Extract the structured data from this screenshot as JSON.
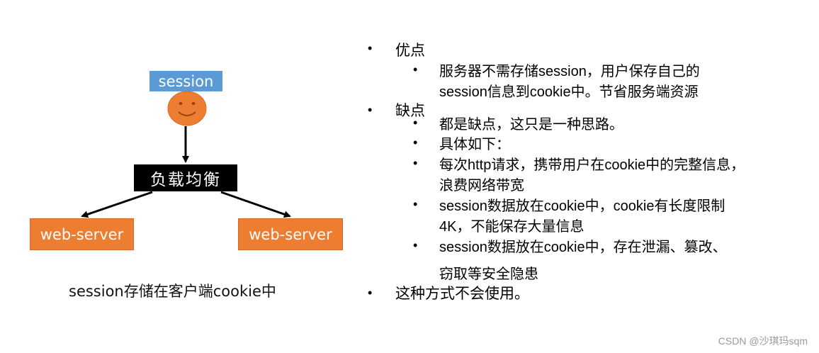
{
  "diagram": {
    "session_label": "session",
    "load_balancer_label": "负载均衡",
    "server_left_label": "web-server",
    "server_right_label": "web-server",
    "caption": "session存储在客户端cookie中",
    "colors": {
      "session_box": "#5b9bd5",
      "face": "#ed7d31",
      "server_box": "#ed7d31",
      "load_balancer": "#000000"
    }
  },
  "notes": {
    "pros_title": "优点",
    "pros_items": [
      "服务器不需存储session，用户保存自己的",
      "session信息到cookie中。节省服务端资源"
    ],
    "cons_title": "缺点",
    "cons_items": [
      "都是缺点，这只是一种思路。",
      "具体如下：",
      "每次http请求，携带用户在cookie中的完整信息，",
      "浪费网络带宽",
      "session数据放在cookie中，cookie有长度限制",
      "4K，不能保存大量信息",
      "session数据放在cookie中，存在泄漏、篡改、",
      "窃取等安全隐患"
    ],
    "conclusion": "这种方式不会使用。"
  },
  "watermark": "CSDN @沙琪玛sqm"
}
